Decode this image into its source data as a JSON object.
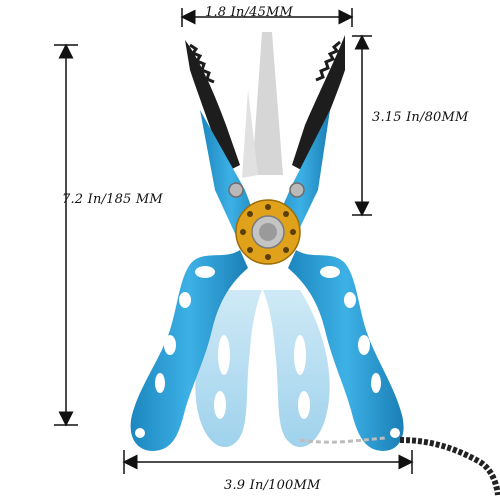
{
  "dimensions": {
    "top_width": "1.8 In/45MM",
    "jaw_length": "3.15 In/80MM",
    "total_length": "7.2 In/185 MM",
    "bottom_width": "3.9 In/100MM"
  },
  "colors": {
    "body_blue": "#2b9fd6",
    "body_blue_dark": "#1a7fb5",
    "ghost_blue": "#a9d6ee",
    "jaw_black": "#1c1c1c",
    "jaw_ghost": "#c9c9c9",
    "pivot_gold": "#e0a21a",
    "pivot_steel": "#b8b8b8",
    "arrow": "#111111"
  },
  "icons": [
    "fishing-pliers-icon",
    "lanyard-icon"
  ]
}
